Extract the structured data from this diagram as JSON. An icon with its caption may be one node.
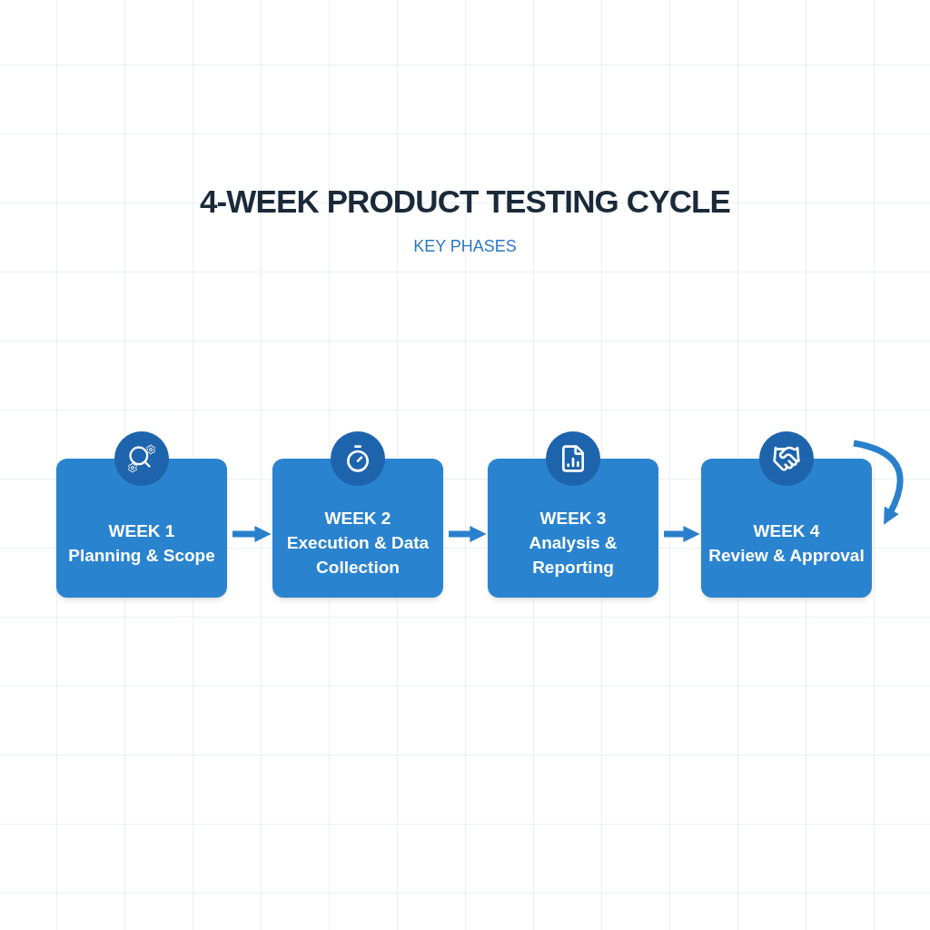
{
  "diagram": {
    "title": "4-WEEK PRODUCT TESTING CYCLE",
    "caption": "KEY PHASES",
    "nodes": [
      {
        "text": [
          "WEEK 1",
          "Planning & Scope"
        ]
      },
      {
        "text": [
          "WEEK 2",
          "Execution & Data Collection"
        ]
      },
      {
        "text": [
          "WEEK 3",
          "Analysis & Reporting"
        ]
      },
      {
        "text": [
          "WEEK 4",
          "Review & Approval"
        ]
      }
    ],
    "edges": [
      {
        "from": 0,
        "to": 1,
        "arrow": "to"
      },
      {
        "from": 1,
        "to": 2,
        "arrow": "to"
      },
      {
        "from": 2,
        "to": 3,
        "arrow": "to"
      },
      {
        "from": 3,
        "to": 3,
        "arrow": "to"
      }
    ]
  }
}
